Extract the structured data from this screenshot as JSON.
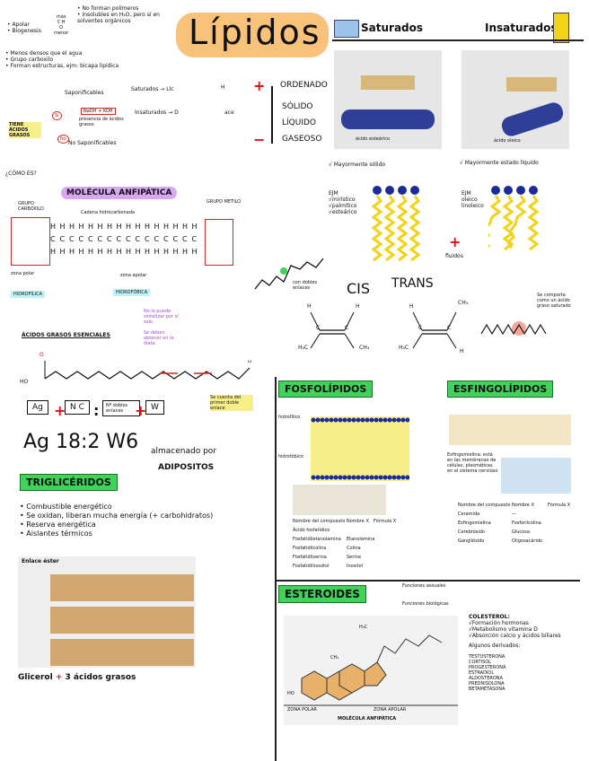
{
  "title": "Lípidos",
  "intro_notes": {
    "small_list": [
      "Apolar",
      "Biogenesis"
    ],
    "small_formula": [
      "más",
      "C H",
      "O",
      "menor"
    ],
    "top_notes": [
      "No forman polímeros",
      "Insolubles en H₂O, pero sí en solventes orgánicos"
    ],
    "bullets": [
      "Menos densos que el agua",
      "Grupo carboxilo",
      "Forman estructuras, ejm: bicapa lipídica"
    ]
  },
  "classification": {
    "tiene_label": "TIENE ÁCIDOS GRASOS",
    "saponificables": "Saponificables",
    "saponificables_sub": "NaOH + KOH",
    "saponificables_sub2": "presencia de ácidos grasos",
    "saturados": "Saturados",
    "saturados_val": "Llc",
    "insaturados": "Insaturados",
    "insaturados_val": "D",
    "h_label": "H",
    "ace_label": "ace",
    "no_saponificables": "No Saponificables",
    "si_label": "Sí",
    "no_label": "No",
    "como_es": "¿CÓMO ES?"
  },
  "states": {
    "plus": "+",
    "minus": "−",
    "ordenado": "ORDENADO",
    "solido": "SÓLIDO",
    "liquido": "LÍQUIDO",
    "gaseoso": "GASEOSO"
  },
  "saturados_panel": {
    "title": "Saturados",
    "photo_caption": "ácido esteárico",
    "note": "Mayormente sólido",
    "ejm_title": "EJM",
    "examples": [
      "mirístico",
      "palmítico",
      "esteárico"
    ]
  },
  "insaturados_panel": {
    "title": "Insaturados",
    "photo_caption": "ácido oleico",
    "note": "Mayormente estado líquido",
    "ejm_title": "EJM",
    "examples": [
      "oleico",
      "linoleico"
    ],
    "fluidos": "fluidos"
  },
  "molecula": {
    "title": "MOLÉCULA ANFIPÁTICA",
    "grupo_carboxilo": "GRUPO CARBOXILO",
    "cadena": "Cadena hidrocarbonada",
    "grupo_metilo": "GRUPO METILO",
    "zona_polar": "zona polar",
    "zona_apolar": "zona apolar",
    "hidrofilica": "HIDROFÍLICA",
    "hidrofobica": "HIDROFÓBICA",
    "chain_c": "C",
    "chain_h": "H",
    "carbon_count": 16
  },
  "cis_trans": {
    "note": "con dobles enlaces",
    "cis": "CIS",
    "trans": "TRANS",
    "h": "H",
    "c": "C",
    "h3c": "H₃C",
    "ch3": "CH₃",
    "trans_note": "Se comporta como un ácido graso saturado"
  },
  "esenciales": {
    "title": "ÁCIDOS GRASOS ESENCIALES",
    "note1": "No lo puede sintetizar por sí solo",
    "note2": "Se deben obtener en la dieta",
    "ho": "HO",
    "o": "O",
    "omega": "ω",
    "box_ag": "Ag",
    "box_nc": "N C",
    "box_n": "Nº dobles enlaces",
    "box_w": "W",
    "side_note": "Se cuenta del primer doble enlace",
    "formula": "Ag 18:2 W6"
  },
  "trigliceridos": {
    "title": "TRIGLICÉRIDOS",
    "almacenado": "almacenado por",
    "adipositos": "ADIPOSITOS",
    "bullets": [
      "Combustible energético",
      "Se oxidan, liberan mucha energía (+ carbohidratos)",
      "Reserva energética",
      "Aislantes térmicos"
    ],
    "photo_title": "Enlace éster",
    "glicerol": "Glicerol",
    "plus": "+",
    "acidos": "3 ácidos grasos"
  },
  "fosfolipidos": {
    "title": "FOSFOLÍPIDOS",
    "label_top": "hidrofílico",
    "label_bottom": "hidrofóbico",
    "col_headers": [
      "Nombre del compuesto",
      "Nombre X",
      "Fórmula X"
    ],
    "rows": [
      [
        "Ácido fosfatídico",
        "",
        ""
      ],
      [
        "Fosfatidiletanolamina",
        "Etanolamina",
        ""
      ],
      [
        "Fosfatidilcolina",
        "Colina",
        ""
      ],
      [
        "Fosfatidilserina",
        "Serina",
        ""
      ],
      [
        "Fosfatidilinositol",
        "Inositol",
        ""
      ]
    ]
  },
  "esfingolipidos": {
    "title": "ESFINGOLÍPIDOS",
    "note": "Esfingomielina: está en las membranas de células, plasmáticas en el sistema nervioso",
    "col_headers": [
      "Nombre del compuesto",
      "Nombre X",
      "Fórmula X"
    ],
    "rows": [
      [
        "Ceramida",
        "—"
      ],
      [
        "Esfingomielina",
        "Fosforilcolina"
      ],
      [
        "Cerebrósido",
        "Glucosa"
      ],
      [
        "Gangliósido",
        "Oligosacárido"
      ]
    ]
  },
  "esteroides": {
    "title": "ESTEROIDES",
    "branch1": "Funciones sexuales",
    "branch2": "Funciones biológicas",
    "colesterol_title": "COLESTEROL:",
    "colesterol_items": [
      "Formación hormonas",
      "Metabolismo vitamina D",
      "Absorción calcio y ácidos biliares"
    ],
    "derivados_title": "Algunos derivados:",
    "derivados": [
      "TESTOSTERONA",
      "CORTISOL",
      "PROGESTERONA",
      "ESTRADIOL",
      "ALDOSTERONA",
      "PREDNISOLONA",
      "BETAMETASONA"
    ],
    "photo_h3c": "H₃C",
    "photo_ch3": "CH₃",
    "photo_ho": "HO",
    "zona_polar": "ZONA POLAR",
    "zona_apolar": "ZONA APOLAR",
    "photo_caption": "MOLÉCULA ANFIPÁTICA"
  },
  "colors": {
    "green": "#3fd35a",
    "orange_title": "#f8c27a",
    "red": "#d11",
    "yellow": "#f3d21a",
    "blue": "#1a2b9c",
    "purple": "#d9a7f2",
    "cyan": "#bff2f5"
  }
}
